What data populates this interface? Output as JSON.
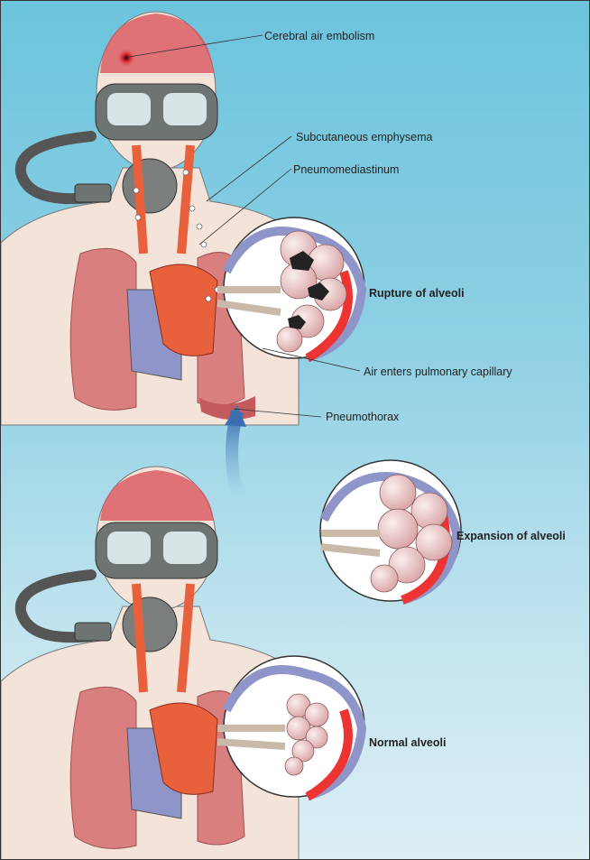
{
  "labels": {
    "cerebral_air_embolism": "Cerebral air embolism",
    "subcutaneous_emphysema": "Subcutaneous emphysema",
    "pneumomediastinum": "Pneumomediastinum",
    "rupture_of_alveoli": "Rupture of alveoli",
    "air_enters_pulmonary_capillary": "Air enters pulmonary capillary",
    "pneumothorax": "Pneumothorax",
    "expansion_of_alveoli": "Expansion of alveoli",
    "normal_alveoli": "Normal alveoli"
  },
  "colors": {
    "background_top": "#6cc4dd",
    "background_bottom": "#dceff5",
    "artery": "#e8603c",
    "vein": "#8f95c8",
    "lung": "#d97f80",
    "skin": "#f3e3d8",
    "mask": "#6e7472",
    "alveoli": "#f2c9c9"
  }
}
